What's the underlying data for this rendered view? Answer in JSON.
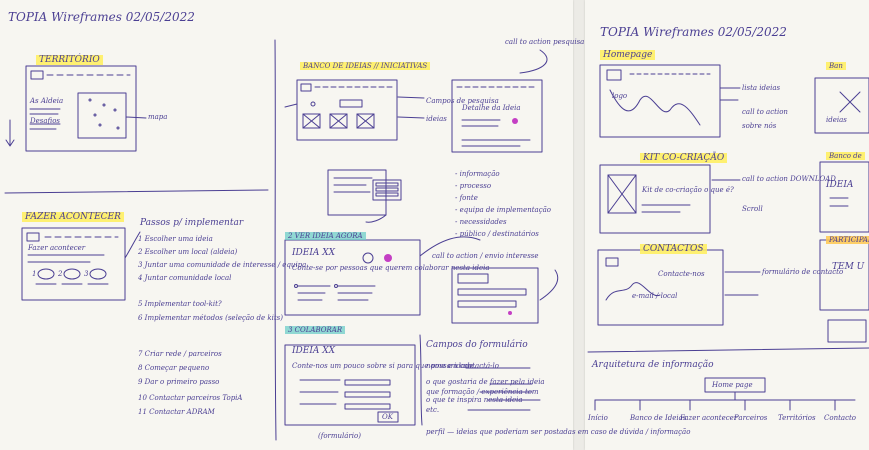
{
  "left": {
    "header": "TOPIA Wireframes 02/05/2022",
    "territorio": {
      "title": "TERRITÓRIO",
      "label_aldeia": "As Aldeia",
      "label_desafios": "Desafios",
      "label_mapa": "mapa"
    },
    "fazer": {
      "title": "FAZER ACONTECER",
      "box_label": "Fazer acontecer",
      "step_numbers": [
        "1",
        "2",
        "3"
      ],
      "list_title": "Passos p/ implementar",
      "list": [
        "1 Escolher uma ideia",
        "2 Escolher um local (aldeia)",
        "3 Juntar uma comunidade de interesse / equipa",
        "4 Juntar comunidade local",
        "5 Implementar tool-kit?",
        "6 Implementar métodos (seleção de kits)",
        "7 Criar rede / parceiros",
        "8 Começar pequeno",
        "9 Dar o primeiro passo",
        "10 Contactar parceiros TopiA",
        "11 Contactar ADRAM"
      ]
    },
    "banco": {
      "title": "BANCO DE IDEIAS // INICIATIVAS",
      "note_call": "call to action pesquisa",
      "label_filtros": "Campos de pesquisa",
      "label_ideias": "ideias"
    },
    "detalhe": {
      "title": "Detalhe da Ideia",
      "list": [
        "- informação",
        "- processo",
        "- fonte",
        "- equipa de implementação",
        "- necessidades",
        "- público / destinatários"
      ]
    },
    "ver_ideia": {
      "tag": "2 VER IDEIA AGORA",
      "card_title": "IDEIA XX",
      "card_text": "Conte-se por pessoas que querem colaborar nesta ideia",
      "note_call": "call to action / envio interesse"
    },
    "colaborar": {
      "tag": "3 COLABORAR",
      "card_title": "IDEIA XX",
      "card_text": "Conte-nos um pouco sobre si para que possam contactá-lo",
      "submit": "OK",
      "footer": "(formulário)"
    },
    "formulario": {
      "title": "Campos do formulário",
      "lines": [
        "nome e idade",
        "o que gostaria de fazer pela ideia",
        "que formação / experiência tem",
        "o que te inspira nesta ideia",
        "etc."
      ],
      "footer": "perfil — ideias que poderiam ser postadas em caso de dúvida / informação"
    }
  },
  "right": {
    "header": "TOPIA Wireframes 02/05/2022",
    "homepage": {
      "title": "Homepage",
      "logo": "logo",
      "note_right": "lista ideias",
      "note_call": "call to action",
      "note_sobre": "sobre nós"
    },
    "kit": {
      "title": "KIT CO-CRIAÇÃO",
      "card_text": "Kit de co-criação o que é?",
      "note": "call to action DOWNLOAD",
      "note2": "Scroll"
    },
    "contactos": {
      "title": "CONTACTOS",
      "card_text": "Contacte-nos",
      "note_email": "e-mail / local",
      "note_form": "formulário de contacto"
    },
    "arquitetura": {
      "title": "Arquitetura de informação",
      "root": "Home page",
      "children": [
        "Início",
        "Banco de Ideias",
        "Fazer acontecer",
        "Parceiros",
        "Territórios",
        "Contacto"
      ]
    },
    "edge_labels": {
      "banco": "Ban",
      "ideias": "ideias",
      "banco_de": "Banco de",
      "ideia": "IDEIA",
      "participar": "PARTICIPAR",
      "tem": "TEM U"
    }
  }
}
